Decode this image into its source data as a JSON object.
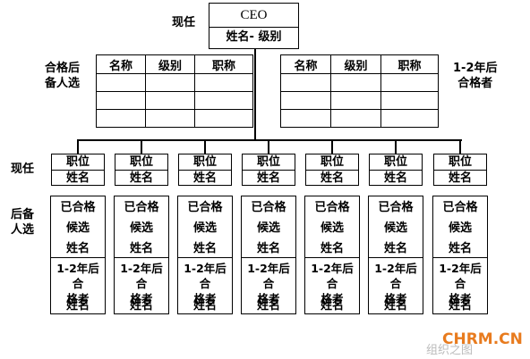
{
  "labels": {
    "current_top": "现任",
    "left_successor": "合格后\n备人选",
    "right_successor": "1-2年后\n合格者",
    "current_mid": "现任",
    "successor_bottom": "后备\n人选"
  },
  "ceo": {
    "title": "CEO",
    "name_level": "姓名- 级别"
  },
  "succession_table": {
    "headers": [
      "名称",
      "级别",
      "职称"
    ],
    "rows": [
      [
        "",
        "",
        ""
      ],
      [
        "",
        "",
        ""
      ],
      [
        "",
        "",
        ""
      ]
    ]
  },
  "position_box": {
    "title": "职位",
    "name": "姓名"
  },
  "position_count": 7,
  "candidate_box": {
    "ready_now": "已合格",
    "candidate": "候选",
    "name": "姓名",
    "ready_later": "1-2年后合\n格者",
    "name2": "姓名"
  },
  "watermark": {
    "main": "CHRM.CN",
    "sub": "组织之图"
  }
}
